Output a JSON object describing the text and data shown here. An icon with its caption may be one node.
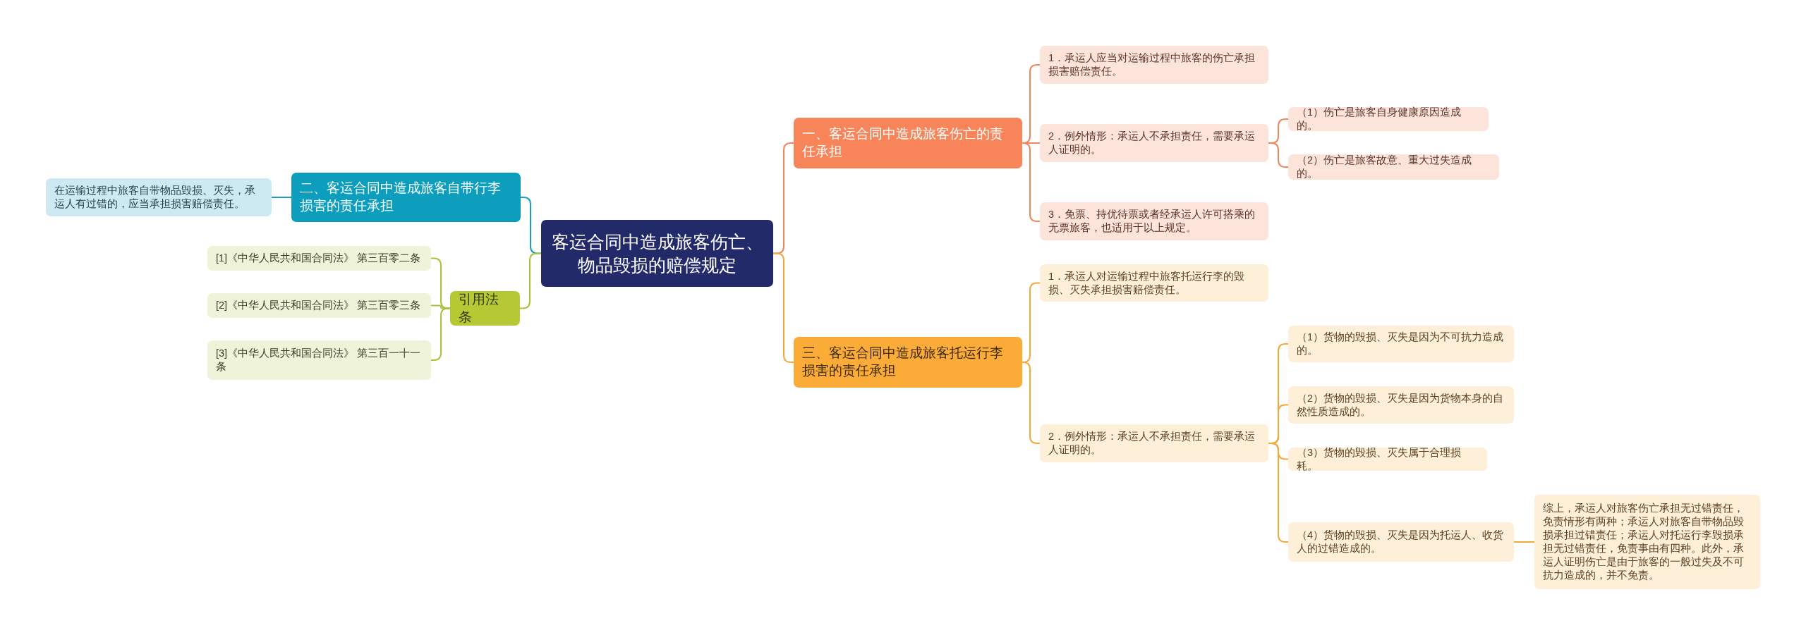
{
  "diagram": {
    "nodes": [
      {
        "text": [
          "客运合同中造成旅客伤亡、物品毁损的赔偿规定"
        ]
      },
      {
        "text": [
          "一、客运合同中造成旅客伤亡的责任承担"
        ]
      },
      {
        "text": [
          "1．承运人应当对运输过程中旅客的伤亡承担损害赔偿责任。"
        ]
      },
      {
        "text": [
          "2．例外情形：承运人不承担责任，需要承运人证明的。"
        ]
      },
      {
        "text": [
          "（1）伤亡是旅客自身健康原因造成的。"
        ]
      },
      {
        "text": [
          "（2）伤亡是旅客故意、重大过失造成的。"
        ]
      },
      {
        "text": [
          "3．免票、持优待票或者经承运人许可搭乘的无票旅客，也适用于以上规定。"
        ]
      },
      {
        "text": [
          "三、客运合同中造成旅客托运行李损害的责任承担"
        ]
      },
      {
        "text": [
          "1．承运人对运输过程中旅客托运行李的毁损、灭失承担损害赔偿责任。"
        ]
      },
      {
        "text": [
          "2．例外情形：承运人不承担责任，需要承运人证明的。"
        ]
      },
      {
        "text": [
          "（1）货物的毁损、灭失是因为不可抗力造成的。"
        ]
      },
      {
        "text": [
          "（2）货物的毁损、灭失是因为货物本身的自然性质造成的。"
        ]
      },
      {
        "text": [
          "（3）货物的毁损、灭失属于合理损耗。"
        ]
      },
      {
        "text": [
          "（4）货物的毁损、灭失是因为托运人、收货人的过错造成的。"
        ]
      },
      {
        "text": [
          "综上，承运人对旅客伤亡承担无过错责任，免责情形有两种；承运人对旅客自带物品毁损承担过错责任；承运人对托运行李毁损承担无过错责任，免责事由有四种。此外，承运人证明伤亡是由于旅客的一般过失及不可抗力造成的，并不免责。"
        ]
      },
      {
        "text": [
          "二、客运合同中造成旅客自带行李损害的责任承担"
        ]
      },
      {
        "text": [
          "在运输过程中旅客自带物品毁损、灭失，承运人有过错的，应当承担损害赔偿责任。"
        ]
      },
      {
        "text": [
          "引用法条"
        ]
      },
      {
        "text": [
          "[1]《中华人民共和国合同法》 第三百零二条"
        ]
      },
      {
        "text": [
          "[2]《中华人民共和国合同法》 第三百零三条"
        ]
      },
      {
        "text": [
          "[3]《中华人民共和国合同法》 第三百一十一条"
        ]
      }
    ],
    "edges": [
      {
        "from": 0,
        "to": 1,
        "arrow": "none",
        "color": "#ee8660"
      },
      {
        "from": 1,
        "to": 2,
        "arrow": "none",
        "color": "#ee8660"
      },
      {
        "from": 1,
        "to": 3,
        "arrow": "none",
        "color": "#ee8660"
      },
      {
        "from": 3,
        "to": 4,
        "arrow": "none",
        "color": "#ee8660"
      },
      {
        "from": 3,
        "to": 5,
        "arrow": "none",
        "color": "#ee8660"
      },
      {
        "from": 1,
        "to": 6,
        "arrow": "none",
        "color": "#ee8660"
      },
      {
        "from": 0,
        "to": 7,
        "arrow": "none",
        "color": "#f2a93b"
      },
      {
        "from": 7,
        "to": 8,
        "arrow": "none",
        "color": "#f2a93b"
      },
      {
        "from": 7,
        "to": 9,
        "arrow": "none",
        "color": "#f2a93b"
      },
      {
        "from": 9,
        "to": 10,
        "arrow": "none",
        "color": "#f2a93b"
      },
      {
        "from": 9,
        "to": 11,
        "arrow": "none",
        "color": "#f2a93b"
      },
      {
        "from": 9,
        "to": 12,
        "arrow": "none",
        "color": "#f2a93b"
      },
      {
        "from": 9,
        "to": 13,
        "arrow": "none",
        "color": "#f2a93b"
      },
      {
        "from": 13,
        "to": 14,
        "arrow": "none",
        "color": "#f2a93b"
      },
      {
        "from": 0,
        "to": 15,
        "arrow": "none",
        "color": "#1a9fbc"
      },
      {
        "from": 15,
        "to": 16,
        "arrow": "none",
        "color": "#1a9fbc"
      },
      {
        "from": 0,
        "to": 17,
        "arrow": "none",
        "color": "#a9c23a"
      },
      {
        "from": 17,
        "to": 18,
        "arrow": "none",
        "color": "#a9c23a"
      },
      {
        "from": 17,
        "to": 19,
        "arrow": "none",
        "color": "#a9c23a"
      },
      {
        "from": 17,
        "to": 20,
        "arrow": "none",
        "color": "#a9c23a"
      }
    ]
  }
}
